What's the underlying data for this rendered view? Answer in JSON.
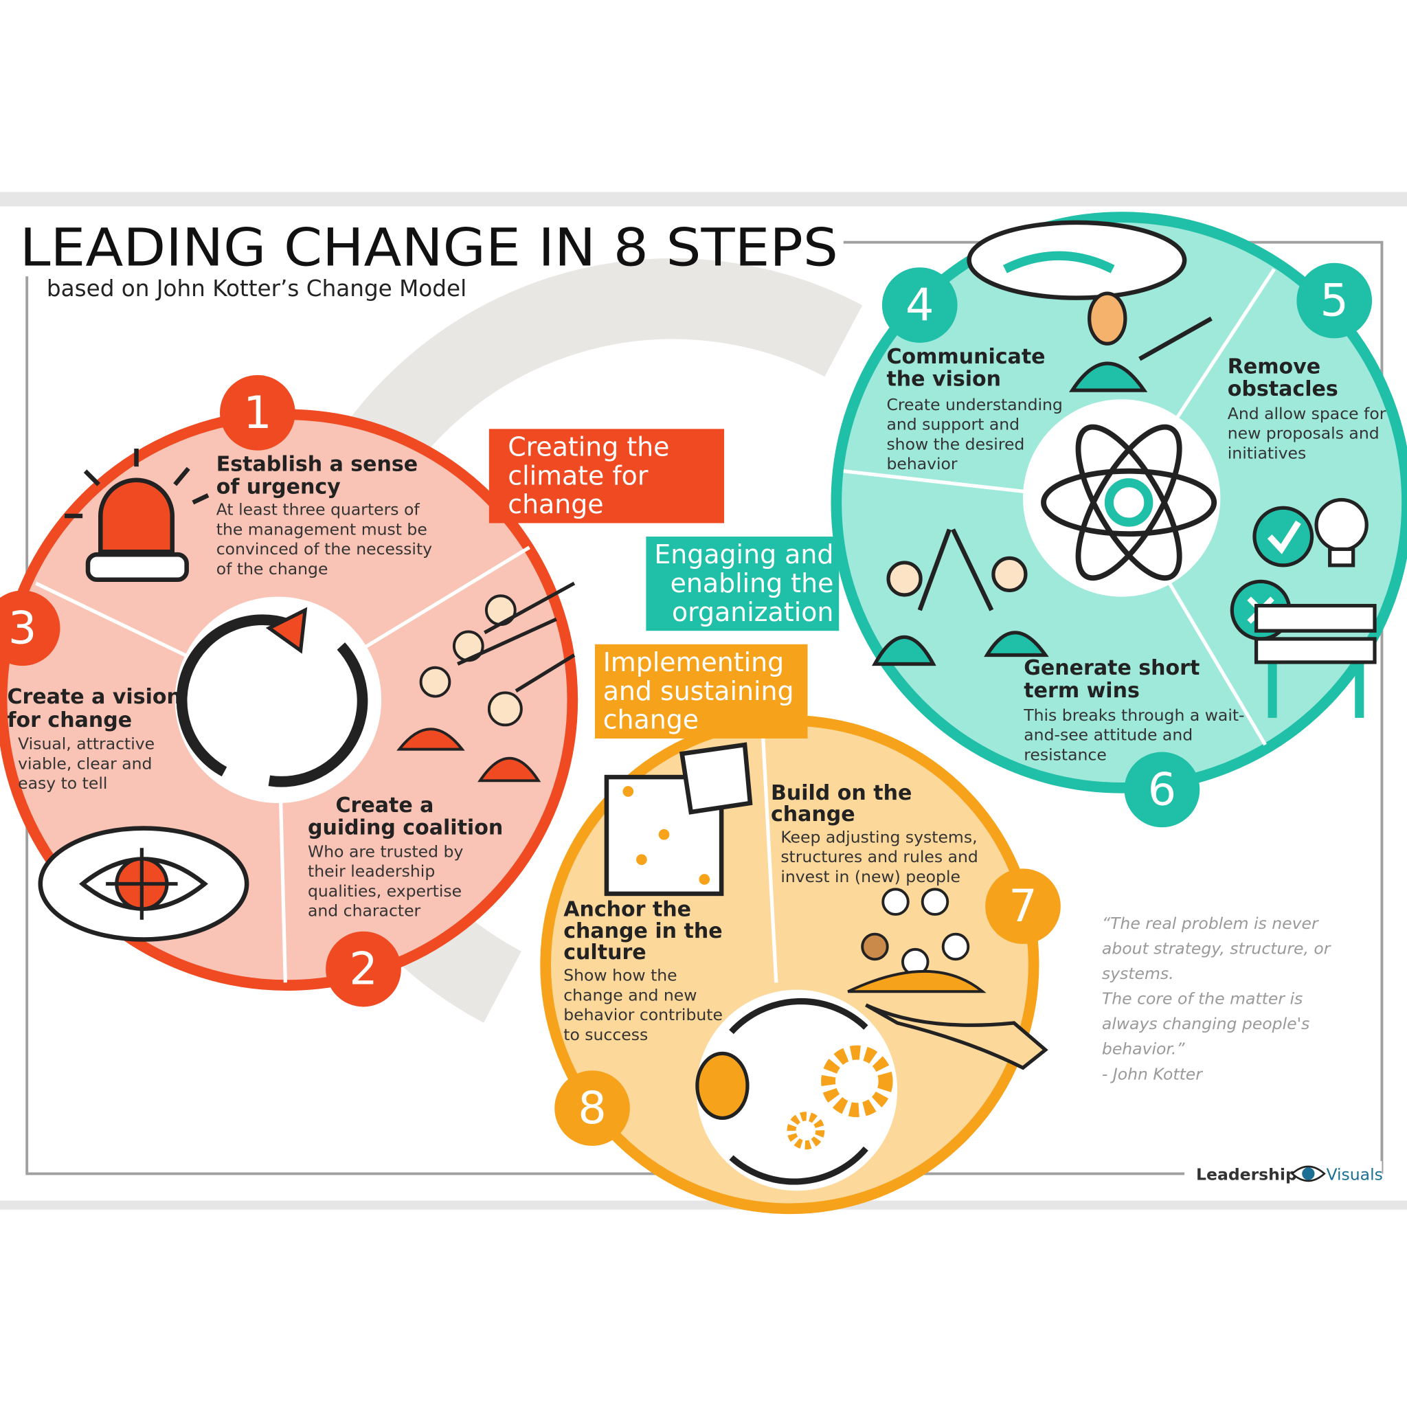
{
  "title": "LEADING CHANGE IN 8 STEPS",
  "subtitle": "based on John Kotter’s Change Model",
  "colors": {
    "red": "#f04a23",
    "red_light": "#f9c4b5",
    "teal": "#1fbfa8",
    "teal_light": "#9fe9da",
    "orange": "#f7a21b",
    "orange_light": "#fdd89b",
    "watermark": "#d9d6d2"
  },
  "phases": [
    {
      "lines": [
        "Creating the",
        "climate for",
        "change"
      ],
      "color": "#f04a23"
    },
    {
      "lines": [
        "Engaging and",
        "enabling the",
        "organization"
      ],
      "color": "#1fbfa8"
    },
    {
      "lines": [
        "Implementing",
        "and sustaining",
        "change"
      ],
      "color": "#f7a21b"
    }
  ],
  "steps": [
    {
      "number": "1",
      "title": [
        "Establish a sense",
        "of urgency"
      ],
      "desc": [
        "At least three quarters of",
        "the management must be",
        "convinced of the necessity",
        "of the change"
      ],
      "icon": "siren-icon"
    },
    {
      "number": "2",
      "title": [
        "Create a",
        "guiding coalition"
      ],
      "desc": [
        "Who are trusted by",
        "their leadership",
        "qualities, expertise",
        "and character"
      ],
      "icon": "team-pointing-icon"
    },
    {
      "number": "3",
      "title": [
        "Create a vision",
        "for change"
      ],
      "desc": [
        "Visual, attractive",
        "viable, clear and",
        "easy to tell"
      ],
      "icon": "eye-target-icon"
    },
    {
      "number": "4",
      "title": [
        "Communicate",
        "the vision"
      ],
      "desc": [
        "Create understanding",
        "and support and",
        "show the desired",
        "behavior"
      ],
      "icon": "speaker-icon"
    },
    {
      "number": "5",
      "title": [
        "Remove",
        "obstacles"
      ],
      "desc": [
        "And allow space for",
        "new proposals and",
        "initiatives"
      ],
      "icon": "barrier-icon"
    },
    {
      "number": "6",
      "title": [
        "Generate short",
        "term wins"
      ],
      "desc": [
        "This breaks through a wait-",
        "and-see attitude and",
        "resistance"
      ],
      "icon": "high-five-icon"
    },
    {
      "number": "7",
      "title": [
        "Build on the",
        "change"
      ],
      "desc": [
        "Keep adjusting systems,",
        "structures and rules and",
        "invest in (new) people"
      ],
      "icon": "people-hand-icon"
    },
    {
      "number": "8",
      "title": [
        "Anchor the",
        "change in the",
        "culture"
      ],
      "desc": [
        "Show how the",
        "change and new",
        "behavior contribute",
        "to success"
      ],
      "icon": "puzzle-icon"
    }
  ],
  "quote": {
    "lines": [
      "“The real problem is never",
      "about strategy, structure, or",
      "systems.",
      "  The core of the matter is",
      "always changing people's",
      "behavior.”",
      "- John Kotter"
    ]
  },
  "logo": {
    "left": "Leadership",
    "right": "Visuals"
  }
}
